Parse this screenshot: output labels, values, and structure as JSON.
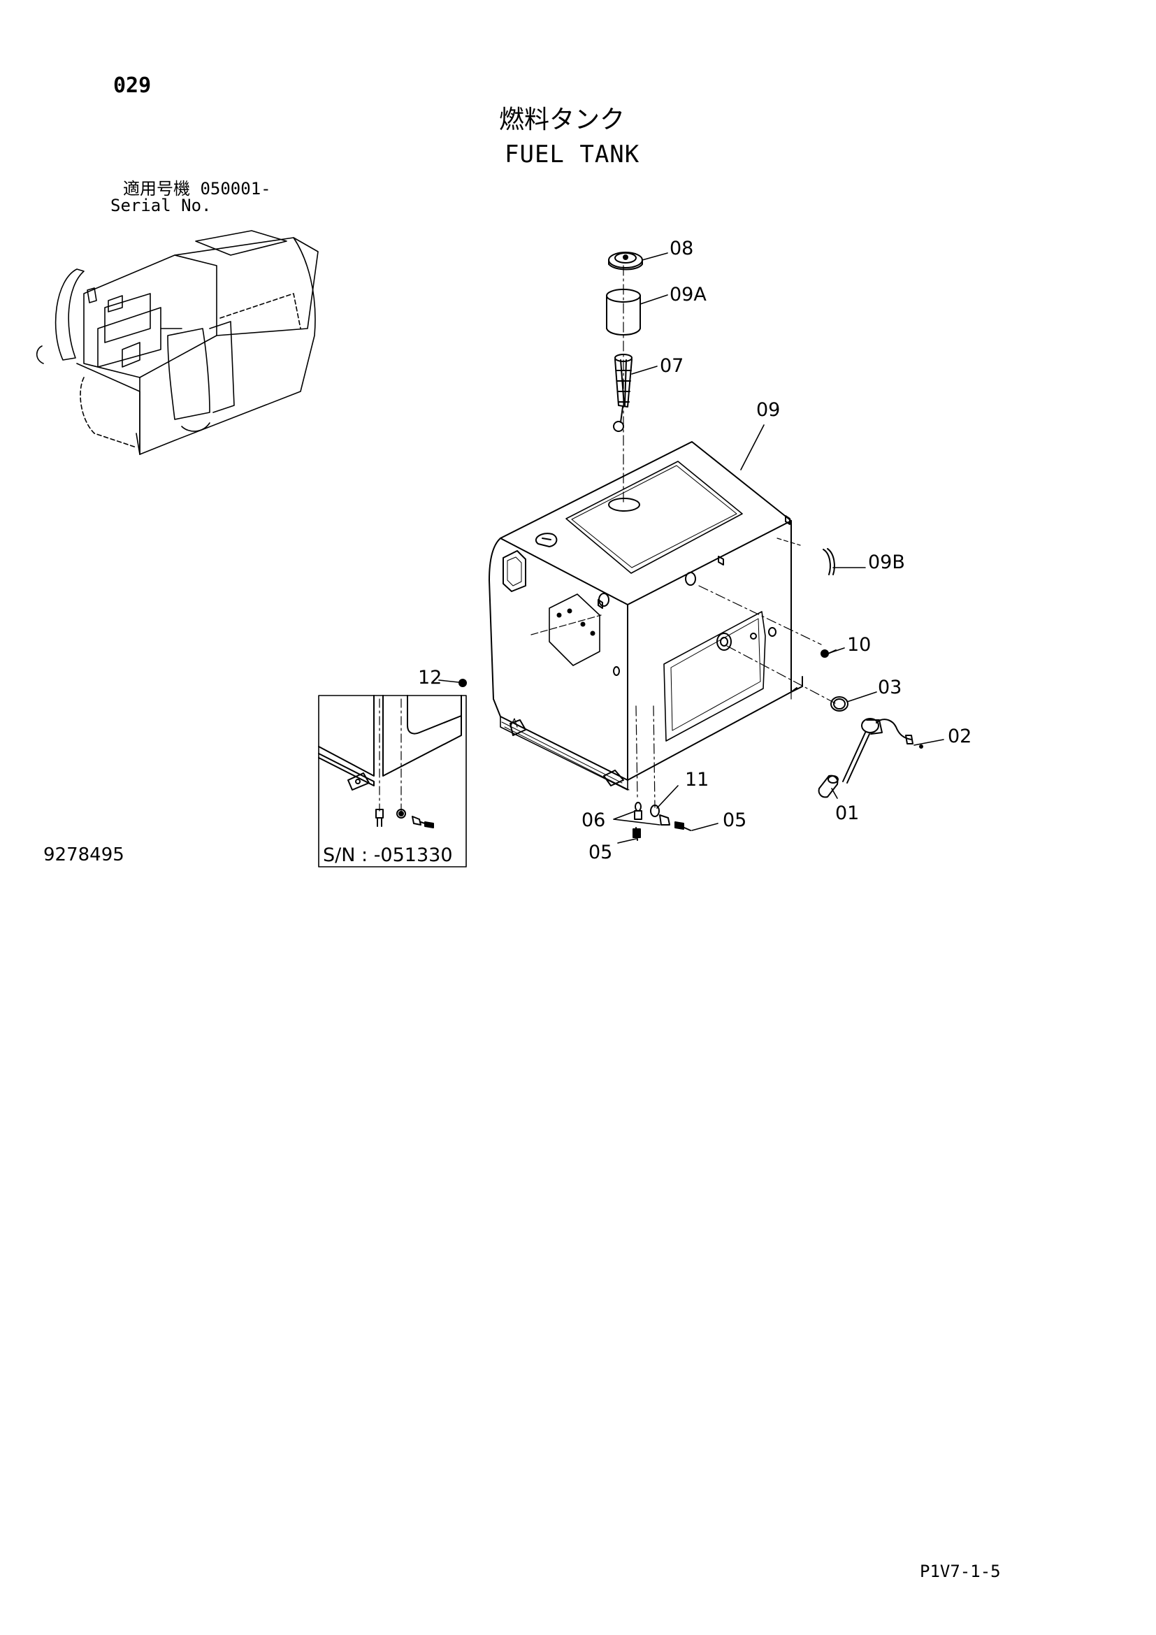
{
  "header": {
    "page_number": "029",
    "title_jp": "燃料タンク",
    "title_en": "FUEL TANK",
    "serial_jp": "適用号機  050001-",
    "serial_en": "Serial No."
  },
  "footer": {
    "drawing_number": "9278495",
    "page_code": "P1V7-1-5"
  },
  "inset": {
    "serial_note": "S/N : -051330"
  },
  "part_labels": {
    "p08": "08",
    "p09A": "09A",
    "p07": "07",
    "p09": "09",
    "p09B": "09B",
    "p10": "10",
    "p03": "03",
    "p02": "02",
    "p01": "01",
    "p11": "11",
    "p06": "06",
    "p05a": "05",
    "p05b": "05",
    "p12": "12"
  }
}
